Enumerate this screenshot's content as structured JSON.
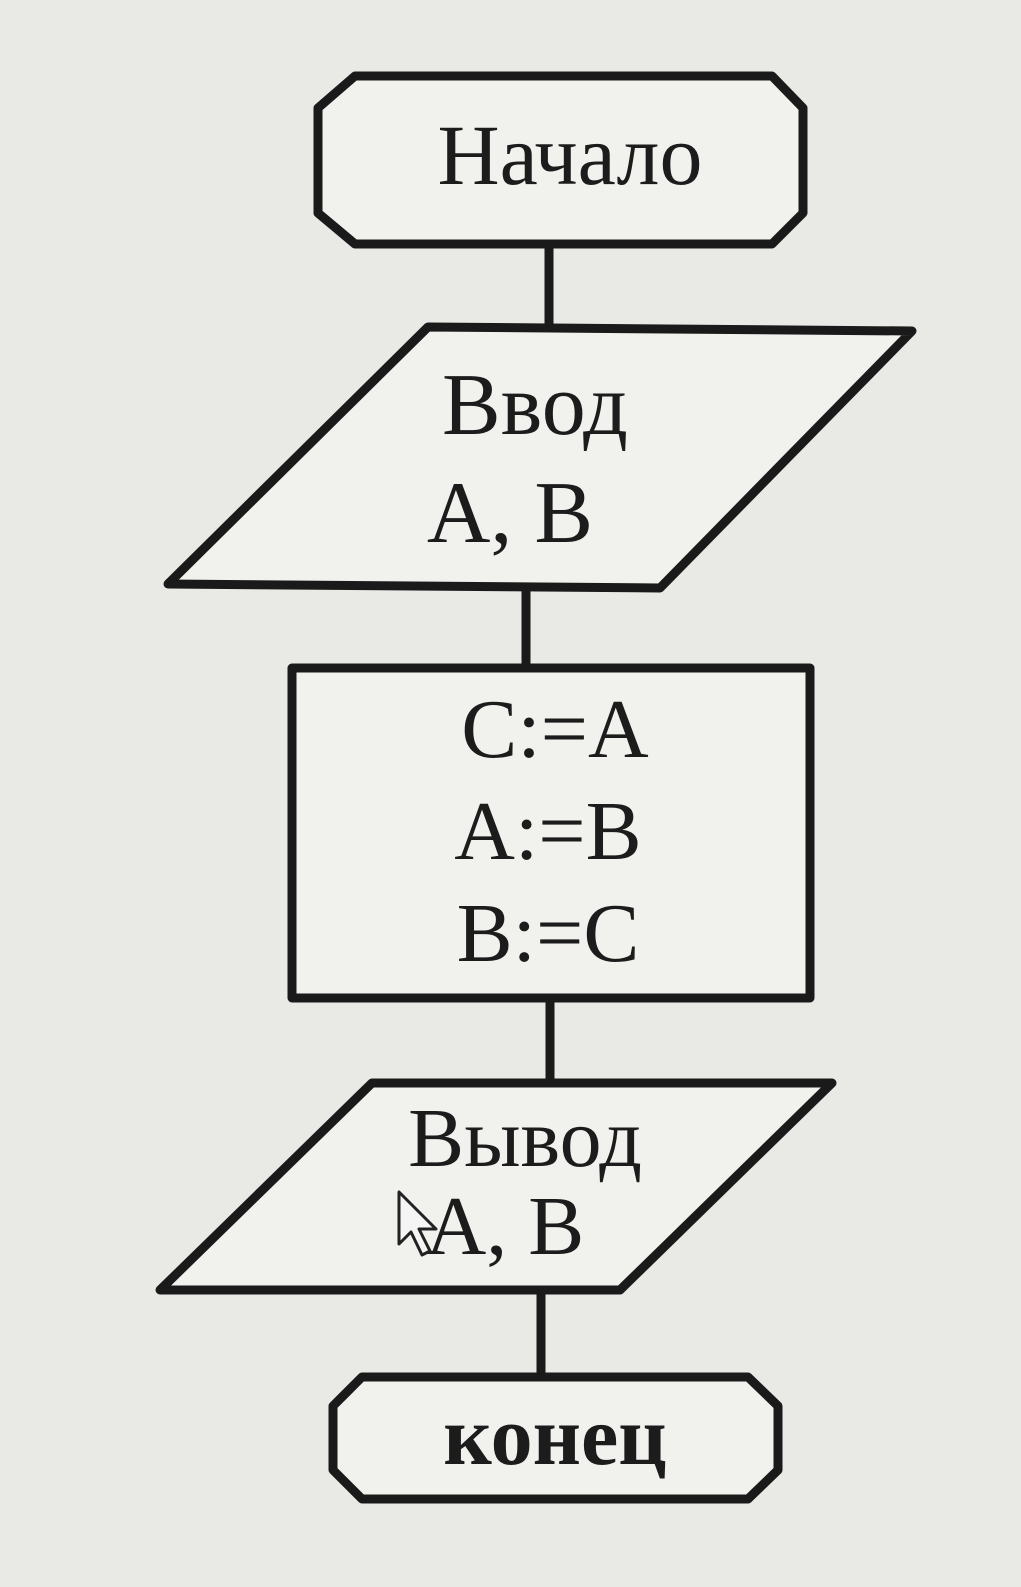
{
  "flowchart": {
    "start": {
      "label": "Начало"
    },
    "input": {
      "title": "Ввод",
      "vars": "A, B"
    },
    "process": {
      "lines": [
        "C:=A",
        "A:=B",
        "B:=C"
      ]
    },
    "output": {
      "title": "Вывод",
      "vars": "A, B"
    },
    "end": {
      "label": "конец"
    }
  },
  "colors": {
    "stroke": "#1a1a1a",
    "background": "#e9e9e6",
    "box_fill": "#f1f1ee",
    "text": "#1c1c1c"
  },
  "icons": {
    "pointer": "mouse-pointer-icon"
  }
}
